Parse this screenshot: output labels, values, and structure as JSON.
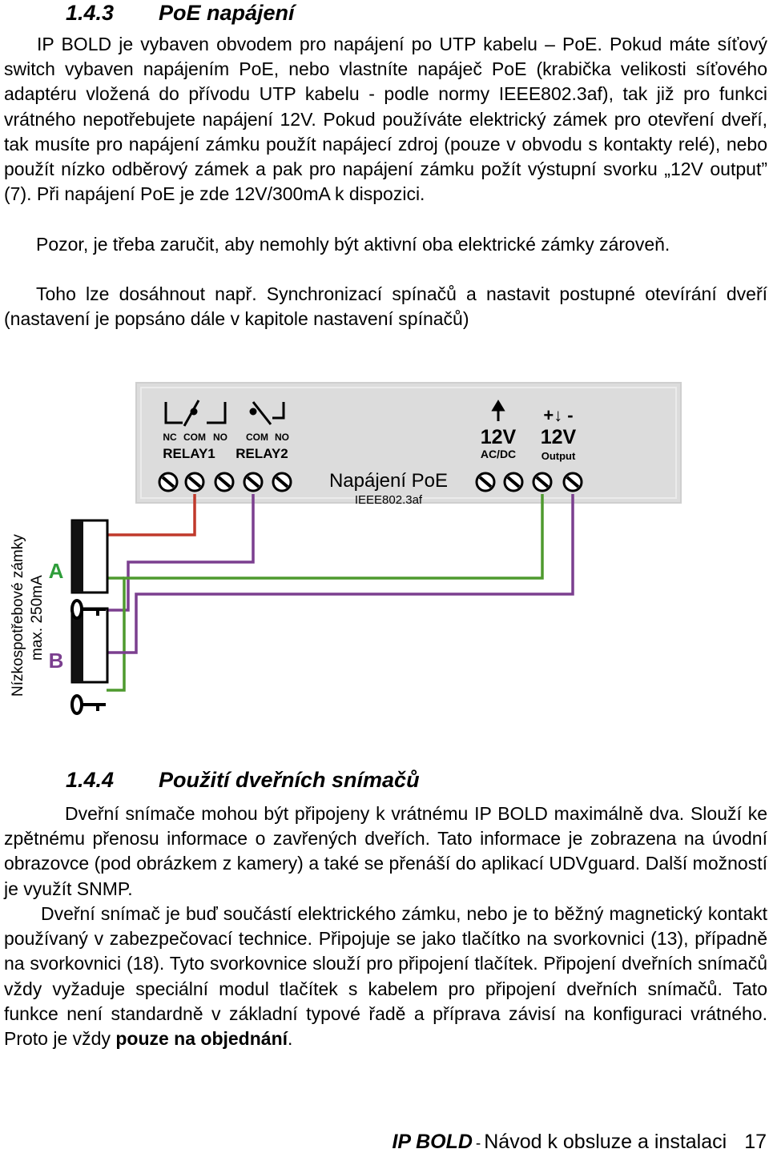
{
  "section_poe": {
    "number": "1.4.3",
    "title": "PoE napájení",
    "p1": "IP BOLD je vybaven obvodem pro napájení po UTP kabelu – PoE. Pokud máte síťový switch vybaven napájením PoE, nebo vlastníte napáječ PoE (krabička velikosti síťového adaptéru vložená do přívodu UTP kabelu - podle normy IEEE802.3af), tak již pro funkci vrátného nepotřebujete napájení 12V. Pokud používáte elektrický zámek pro otevření dveří, tak musíte pro napájení zámku použít napájecí zdroj (pouze v obvodu s kontakty relé), nebo použít nízko odběrový zámek a pak pro napájení zámku požít výstupní svorku „12V output” (7). Při napájení PoE je zde 12V/300mA k dispozici.",
    "p2": "Pozor, je třeba zaručit, aby nemohly být aktivní oba elektrické zámky zároveň.",
    "p3": "Toho lze dosáhnout např. Synchronizací spínačů a nastavit postupné otevírání dveří (nastavení je popsáno dále v kapitole nastavení spínačů)"
  },
  "diagram": {
    "relay1_contacts": [
      "NC",
      "COM",
      "NO"
    ],
    "relay1_label": "RELAY1",
    "relay2_contacts": [
      "COM",
      "NO"
    ],
    "relay2_label": "RELAY2",
    "poe_title": "Napájení PoE",
    "poe_standard": "IEEE802.3af",
    "power_in_voltage": "12V",
    "power_in_label": "AC/DC",
    "power_out_polarity": "+↓ -",
    "power_out_voltage": "12V",
    "power_out_label": "Output",
    "lock_a": "A",
    "lock_b": "B",
    "side_line1": "Nízkospotřebové zámky",
    "side_line2": "max. 250mA",
    "colors": {
      "red": "#c0392b",
      "purple": "#7b3f8f",
      "green": "#4e9a2e",
      "panel": "#dcdcdc"
    }
  },
  "section_sensors": {
    "number": "1.4.4",
    "title": "Použití dveřních snímačů",
    "p1": "Dveřní snímače mohou být připojeny k vrátnému IP BOLD maximálně dva. Slouží ke zpětnému přenosu informace o zavřených dveřích. Tato informace je zobrazena na úvodní obrazovce (pod obrázkem z kamery) a také se přenáší do aplikací UDVguard. Další možností je využít SNMP.",
    "p2_text": "Dveřní snímač je buď součástí elektrického zámku, nebo je to běžný magnetický kontakt používaný v zabezpečovací technice. Připojuje se jako tlačítko na svorkovnici (13), případně na svorkovnici (18). Tyto svorkovnice slouží pro připojení tlačítek. Připojení dveřních snímačů vždy vyžaduje speciální modul tlačítek s kabelem pro připojení dveřních snímačů. Tato funkce není standardně v základní typové řadě a příprava závisí na konfiguraci vrátného. Proto je vždy ",
    "p2_bold": "pouze na objednání",
    "p2_end": "."
  },
  "footer": {
    "brand": "IP BOLD",
    "separator": "-",
    "title": "Návod k obsluze a instalaci",
    "page": "17"
  }
}
